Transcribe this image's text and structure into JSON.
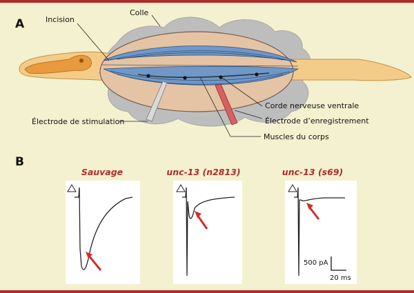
{
  "panels": {
    "a": {
      "letter": "A"
    },
    "b": {
      "letter": "B"
    }
  },
  "labels": {
    "incision": "Incision",
    "colle": "Colle",
    "corde": "Corde nerveuse ventrale",
    "enregistrement": "Électrode d’enregistrement",
    "stimulation": "Électrode de stimulation",
    "muscles": "Muscles du corps"
  },
  "traces": [
    {
      "title": "Sauvage"
    },
    {
      "title": "unc-13 (n2813)"
    },
    {
      "title": "unc-13 (s69)"
    }
  ],
  "scalebar": {
    "current": "500 pA",
    "time": "20 ms"
  },
  "colors": {
    "accent_red": "#b22a2a",
    "background": "#f3f1cf",
    "worm_orange": "#f0b060",
    "muscle_blue": "#6f97c8",
    "glue_gray": "#bdbdbd"
  }
}
